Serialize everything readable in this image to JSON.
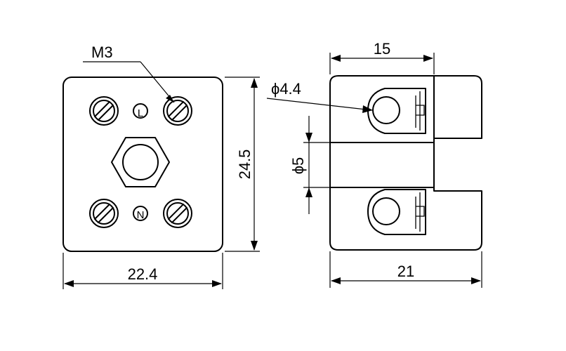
{
  "drawing": {
    "front_view": {
      "screw_label": "M3",
      "width_label": "22.4",
      "height_label": "24.5",
      "terminal_mark_top": "L",
      "terminal_mark_bottom": "N"
    },
    "side_view": {
      "hole_label": "ϕ4.4",
      "bore_label": "ϕ5",
      "top_width_label": "15",
      "overall_width_label": "21"
    }
  }
}
